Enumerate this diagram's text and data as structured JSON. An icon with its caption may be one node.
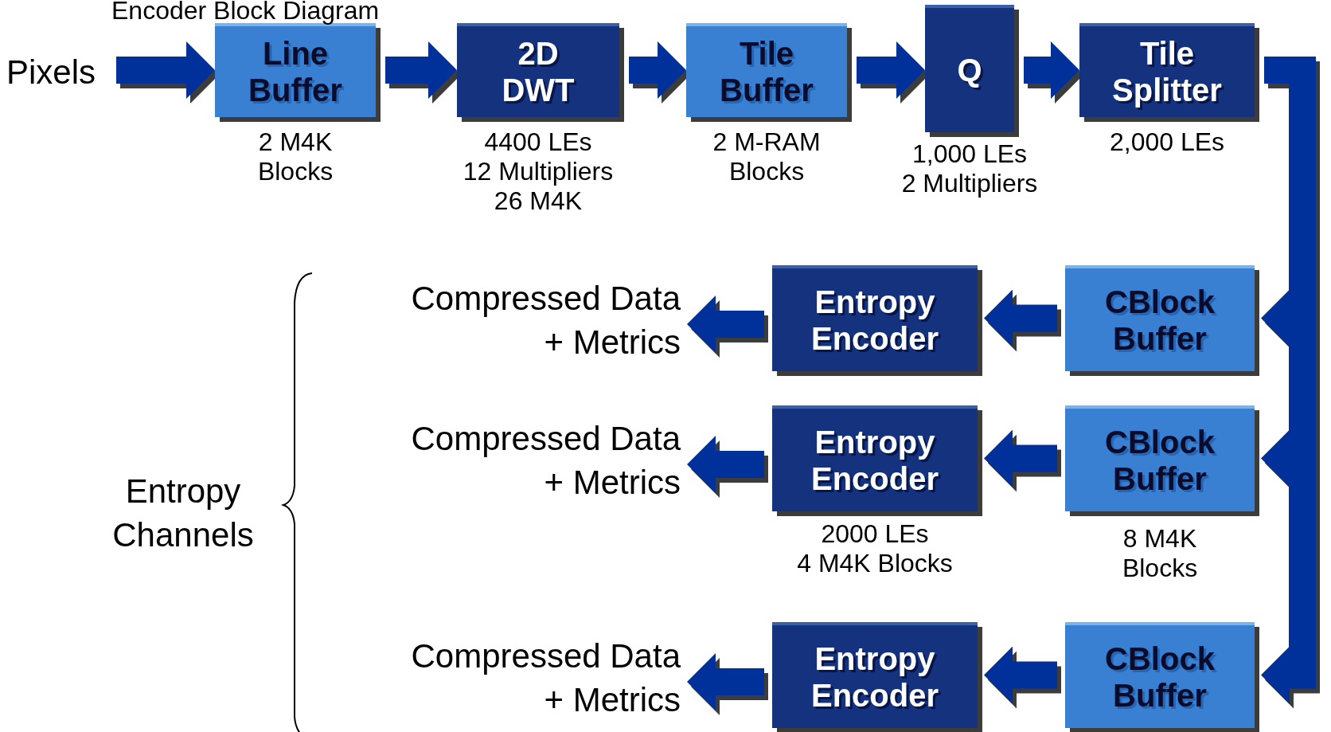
{
  "diagram": {
    "title": "Encoder Block Diagram",
    "nodes": [
      {
        "text": [
          "Pixels"
        ]
      },
      {
        "text": [
          "Line Buffer"
        ],
        "beside": [
          "2 M4K Blocks"
        ]
      },
      {
        "text": [
          "2D DWT"
        ],
        "beside": [
          "4400 LEs 12 Multipliers 26 M4K"
        ]
      },
      {
        "text": [
          "Tile Buffer"
        ],
        "beside": [
          "2 M-RAM Blocks"
        ]
      },
      {
        "text": [
          "Q"
        ],
        "beside": [
          "1,000 LEs 2 Multipliers"
        ]
      },
      {
        "text": [
          "Tile Splitter"
        ],
        "beside": [
          "2,000 LEs"
        ]
      },
      {
        "text": [
          "Compressed Data + Metrics"
        ]
      },
      {
        "text": [
          "Entropy Encoder"
        ]
      },
      {
        "text": [
          "CBlock Buffer"
        ]
      },
      {
        "text": [
          "Compressed Data + Metrics"
        ]
      },
      {
        "text": [
          "Entropy Encoder"
        ],
        "beside": [
          "2000 LEs 4 M4K Blocks"
        ]
      },
      {
        "text": [
          "CBlock Buffer"
        ],
        "beside": [
          "8 M4K Blocks"
        ]
      },
      {
        "text": [
          "Compressed Data + Metrics"
        ]
      },
      {
        "text": [
          "Entropy Encoder"
        ]
      },
      {
        "text": [
          "CBlock Buffer"
        ]
      }
    ],
    "edges": [
      {
        "from": 0,
        "to": 1,
        "arrow": "to"
      },
      {
        "from": 1,
        "to": 2,
        "arrow": "to"
      },
      {
        "from": 2,
        "to": 3,
        "arrow": "to"
      },
      {
        "from": 3,
        "to": 4,
        "arrow": "to"
      },
      {
        "from": 4,
        "to": 5,
        "arrow": "to"
      },
      {
        "from": 5,
        "to": 8,
        "arrow": "to"
      },
      {
        "from": 5,
        "to": 11,
        "arrow": "to"
      },
      {
        "from": 5,
        "to": 14,
        "arrow": "to"
      },
      {
        "from": 8,
        "to": 7,
        "arrow": "to"
      },
      {
        "from": 7,
        "to": 6,
        "arrow": "to"
      },
      {
        "from": 11,
        "to": 10,
        "arrow": "to"
      },
      {
        "from": 10,
        "to": 9,
        "arrow": "to"
      },
      {
        "from": 14,
        "to": 13,
        "arrow": "to"
      },
      {
        "from": 13,
        "to": 12,
        "arrow": "to"
      }
    ],
    "labels": [
      "Entropy Channels"
    ]
  }
}
